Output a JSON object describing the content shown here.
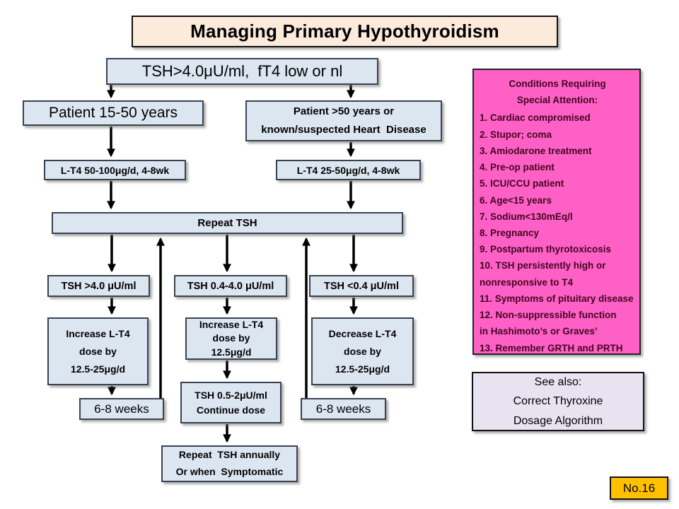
{
  "title": "Managing Primary Hypothyroidism",
  "colors": {
    "flow_box_fill": "#dce6f1",
    "flow_box_border": "#39434f",
    "title_fill": "#fceadb",
    "attention_fill": "#fe60c6",
    "attention_text": "#42051f",
    "see_also_fill": "#e8e3f0",
    "badge_fill": "#ffc000",
    "arrow_color": "#000000"
  },
  "flow": {
    "start": "TSH>4.0μU/ml,  fT4 low or nl",
    "patient_young": "Patient 15-50 years",
    "patient_old_line1": "Patient >50 years or",
    "patient_old_line2": "known/suspected Heart  Disease",
    "lt4_young": "L-T4 50-100μg/d, 4-8wk",
    "lt4_old": "L-T4 25-50μg/d, 4-8wk",
    "repeat_tsh": "Repeat TSH",
    "tsh_high": "TSH >4.0 μU/ml",
    "tsh_normal": "TSH 0.4-4.0 μU/ml",
    "tsh_low": "TSH <0.4 μU/ml",
    "increase_high_line1": "Increase L-T4",
    "increase_high_line2": "dose by",
    "increase_high_line3": "12.5-25μg/d",
    "increase_mid_line1": "Increase L-T4",
    "increase_mid_line2": "dose by",
    "increase_mid_line3": "12.5μg/d",
    "decrease_line1": "Decrease L-T4",
    "decrease_line2": "dose by",
    "decrease_line3": "12.5-25μg/d",
    "weeks_left": "6-8 weeks",
    "weeks_right": "6-8 weeks",
    "continue_line1": "TSH 0.5-2μU/ml",
    "continue_line2": "Continue dose",
    "annual_line1": "Repeat  TSH annually",
    "annual_line2": "Or when  Symptomatic"
  },
  "attention": {
    "title_line1": "Conditions Requiring",
    "title_line2": "Special Attention:",
    "items": [
      "1. Cardiac compromised",
      "2. Stupor; coma",
      "3. Amiodarone treatment",
      "4. Pre-op patient",
      "5. ICU/CCU patient",
      "6. Age<15 years",
      "7. Sodium<130mEq/l",
      "8. Pregnancy",
      "9. Postpartum thyrotoxicosis",
      "10. TSH persistently high or",
      "nonresponsive to T4",
      "11. Symptoms of pituitary disease",
      "12. Non-suppressible function",
      "in Hashimoto’s or Graves’",
      "13. Remember GRTH and PRTH"
    ]
  },
  "see_also": {
    "line1": "See also:",
    "line2": "Correct Thyroxine",
    "line3": "Dosage Algorithm"
  },
  "badge": "No.16"
}
